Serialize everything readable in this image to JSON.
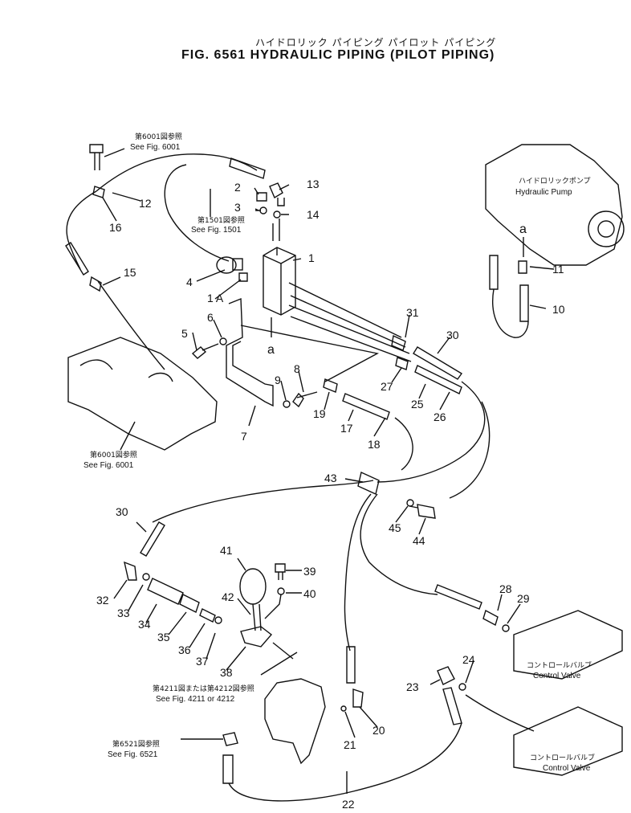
{
  "title_jp": "ハイドロリック パイピング パイロット パイピング",
  "title_en": "FIG. 6561  HYDRAULIC PIPING (PILOT PIPING)",
  "references": {
    "fig6001_top_jp": "第6001図参照",
    "fig6001_top_en": "See Fig. 6001",
    "fig1501_jp": "第1501図参照",
    "fig1501_en": "See Fig. 1501",
    "fig6001_bottom_jp": "第6001図参照",
    "fig6001_bottom_en": "See Fig. 6001",
    "fig4211_jp": "第4211図または第4212図参照",
    "fig4211_en": "See Fig. 4211 or 4212",
    "fig6521_jp": "第6521図参照",
    "fig6521_en": "See Fig. 6521"
  },
  "components": {
    "pump_jp": "ハイドロリックポンプ",
    "pump_en": "Hydraulic Pump",
    "valve1_jp": "コントロールバルブ",
    "valve1_en": "Control Valve",
    "valve2_jp": "コントロールバルブ",
    "valve2_en": "Control Valve"
  },
  "view_marks": {
    "a_upper": "a",
    "a_lower": "a"
  },
  "part_numbers": {
    "p1": "1",
    "p1a": "1 A",
    "p2": "2",
    "p3": "3",
    "p4": "4",
    "p5": "5",
    "p6": "6",
    "p7": "7",
    "p8": "8",
    "p9": "9",
    "p10": "10",
    "p11": "11",
    "p12": "12",
    "p13": "13",
    "p14": "14",
    "p15": "15",
    "p16": "16",
    "p17": "17",
    "p18": "18",
    "p19": "19",
    "p20": "20",
    "p21": "21",
    "p22": "22",
    "p23": "23",
    "p24": "24",
    "p25": "25",
    "p26": "26",
    "p27": "27",
    "p28": "28",
    "p29": "29",
    "p30a": "30",
    "p30b": "30",
    "p31": "31",
    "p32": "32",
    "p33": "33",
    "p34": "34",
    "p35": "35",
    "p36": "36",
    "p37": "37",
    "p38": "38",
    "p39": "39",
    "p40": "40",
    "p41": "41",
    "p42": "42",
    "p43": "43",
    "p44": "44",
    "p45": "45"
  }
}
